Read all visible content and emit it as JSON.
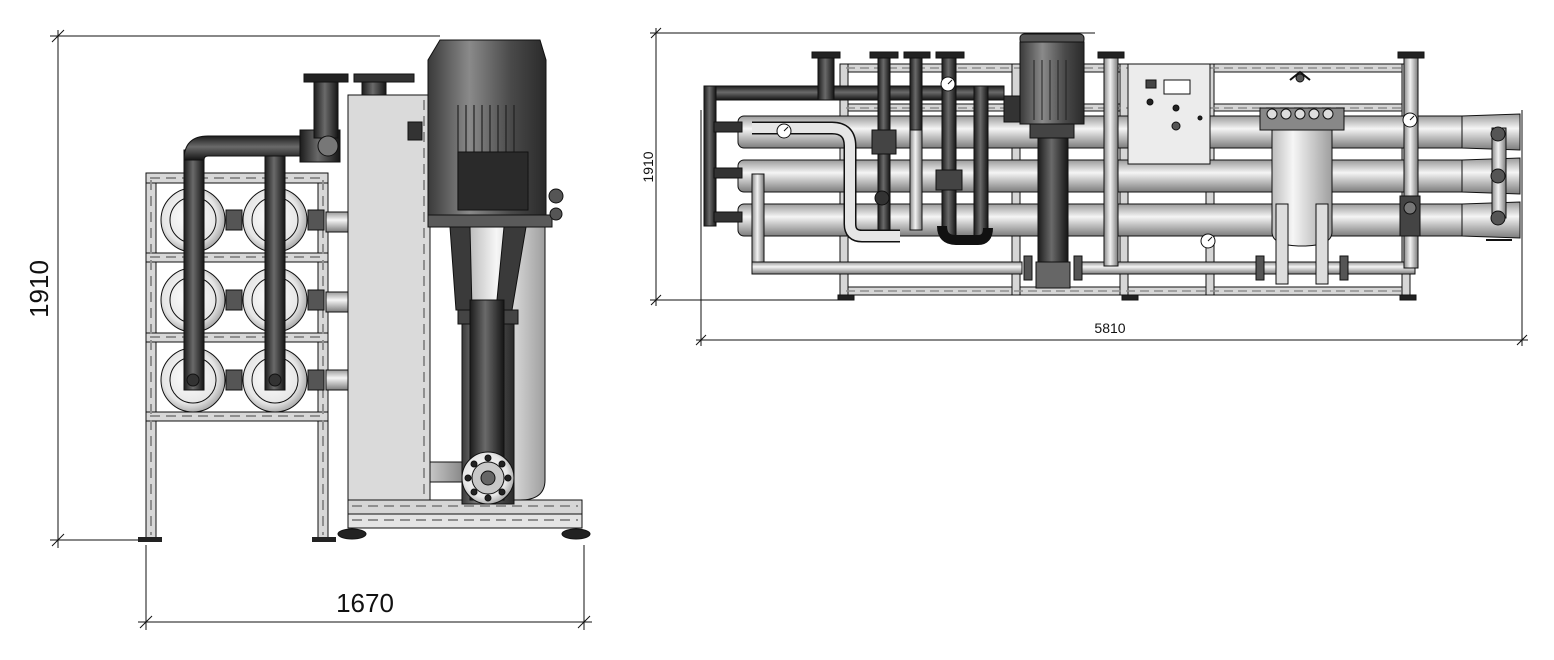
{
  "front_view": {
    "height_label": "1910",
    "width_label": "1670"
  },
  "side_view": {
    "height_label": "1910",
    "width_label": "5810"
  },
  "colors": {
    "line": "#111111",
    "frame": "#d6d6d6",
    "frame_dash": "#9a9a9a",
    "pipe_dark": "#2e2e2e",
    "pipe_light": "#cfcfcf",
    "motor": "#4a4a4a"
  }
}
